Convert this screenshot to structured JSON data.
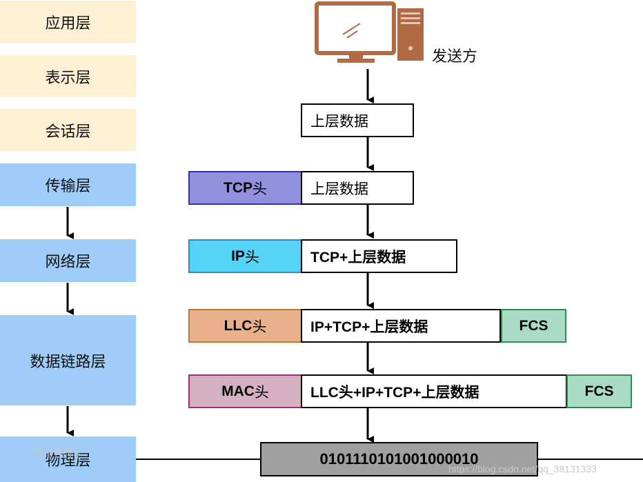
{
  "layers": [
    {
      "name": "应用层",
      "group": "upper"
    },
    {
      "name": "表示层",
      "group": "upper"
    },
    {
      "name": "会话层",
      "group": "upper"
    },
    {
      "name": "传输层",
      "group": "lower"
    },
    {
      "name": "网络层",
      "group": "lower"
    },
    {
      "name": "数据链路层",
      "group": "lower"
    },
    {
      "name": "物理层",
      "group": "lower"
    }
  ],
  "sender": {
    "label": "发送方",
    "icon": "computer-icon"
  },
  "steps": {
    "upper": {
      "data": "上层数据"
    },
    "transport": {
      "header_latin": "TCP",
      "header_cjk": "头",
      "data": "上层数据"
    },
    "network": {
      "header_latin": "IP",
      "header_cjk": "头",
      "data": "TCP+上层数据"
    },
    "llc": {
      "header_latin": "LLC",
      "header_cjk": "头",
      "data": "IP+TCP+上层数据",
      "trailer": "FCS"
    },
    "mac": {
      "header_latin": "MAC",
      "header_cjk": "头",
      "data": "LLC头+IP+TCP+上层数据",
      "trailer": "FCS"
    },
    "physical": {
      "bits": "0101110101001000010"
    }
  },
  "colors": {
    "upper_layer": "#fdf0d5",
    "lower_layer": "#9fcdf8",
    "tcp_header": "#9090dc",
    "ip_header": "#56d4f8",
    "llc_header": "#e8b08c",
    "mac_header": "#d4b0c0",
    "fcs": "#a8dcc4",
    "bits_box": "#a0a0a0",
    "monitor": "#b06a44"
  },
  "watermarks": {
    "baidu": "Bai百科",
    "csdn": "https://blog.csdn.net/qq_38131333"
  }
}
